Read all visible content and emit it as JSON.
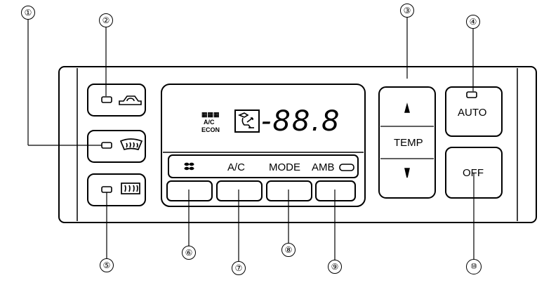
{
  "callouts": [
    "①",
    "②",
    "③",
    "④",
    "⑤",
    "⑥",
    "⑦",
    "⑧",
    "⑨",
    "⑩"
  ],
  "display": {
    "status_lines": [
      "▦▦▦",
      "A/C",
      "ECON"
    ],
    "readout": "-88.8"
  },
  "labels": {
    "ac": "A/C",
    "mode": "MODE",
    "amb": "AMB",
    "temp": "TEMP",
    "auto": "AUTO",
    "off": "OFF"
  },
  "icons": {
    "recirc": "car-recirculation-icon",
    "front_defrost": "front-defroster-icon",
    "rear_defrost": "rear-defroster-icon",
    "fan": "fan-icon",
    "airflow": "airflow-mode-icon",
    "up": "up-arrow-icon",
    "down": "down-arrow-icon"
  }
}
